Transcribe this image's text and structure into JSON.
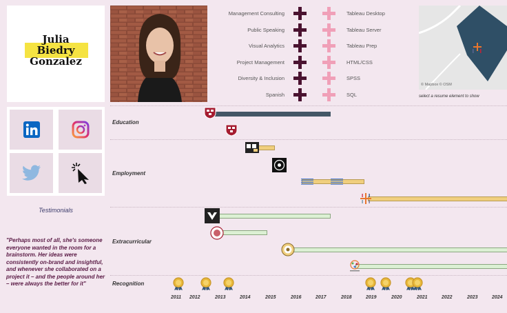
{
  "profile": {
    "first": "Julia",
    "middle": "Biedry",
    "last": "Gonzalez"
  },
  "skills_left": [
    "Management Consulting",
    "Public Speaking",
    "Visual Analytics",
    "Project Management",
    "Diversity & Inclusion",
    "Spanish"
  ],
  "skills_right": [
    "Tableau Desktop",
    "Tableau Server",
    "Tableau Prep",
    "HTML/CSS",
    "SPSS",
    "SQL"
  ],
  "map": {
    "credit": "© Mapbox  © OSM",
    "hint": "select a resume element to show"
  },
  "testimonials": {
    "title": "Testimonials",
    "quote": "\"Perhaps most of all, she's someone everyone wanted in the room for a brainstorm. Her ideas were consistently on-brand and insightful, and whenever she collaborated on a project it – and the people around her – were always the better for it\""
  },
  "timeline": {
    "sections": [
      "Education",
      "Employment",
      "Extracurricular",
      "Recognition"
    ],
    "years": [
      "2011",
      "2012",
      "2013",
      "2014",
      "2015",
      "2016",
      "2017",
      "2018",
      "2019",
      "2020",
      "2021",
      "2022",
      "2023",
      "2024"
    ]
  },
  "colors": {
    "background": "#f3e7ef",
    "dark_plus": "#4a1230",
    "light_plus": "#f0a0b8",
    "highlight": "#f5e342",
    "map_region": "#2f4f66"
  }
}
